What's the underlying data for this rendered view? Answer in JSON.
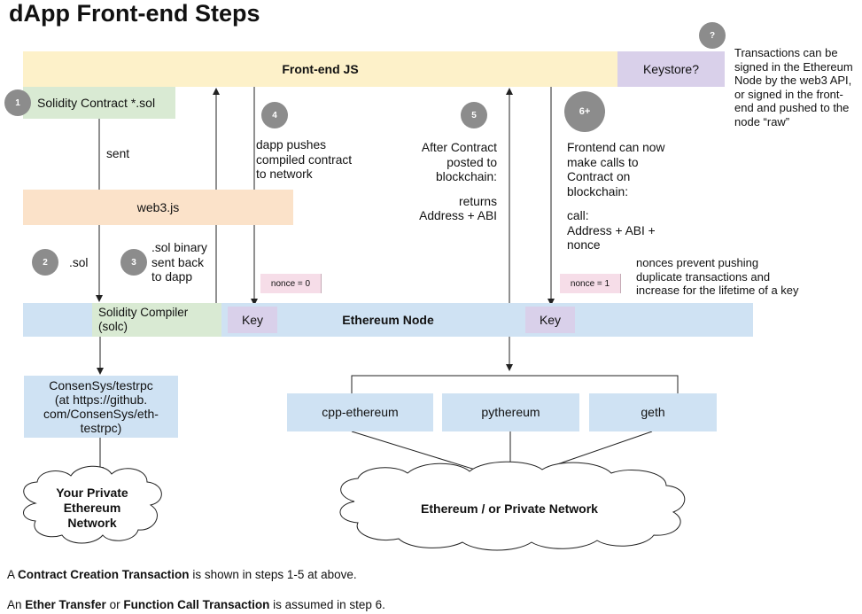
{
  "title": "dApp Front-end Steps",
  "boxes": {
    "frontend": "Front-end JS",
    "keystore": "Keystore?",
    "solidity_contract": "Solidity Contract  *.sol",
    "web3": "web3.js",
    "ethereum_node": "Ethereum Node",
    "solidity_compiler_line1": "Solidity Compiler",
    "solidity_compiler_line2": "(solc)",
    "key": "Key",
    "testrpc": [
      "ConsenSys/testrpc",
      "(at https://github.",
      "com/ConsenSys/eth-",
      "testrpc)"
    ],
    "cpp_ethereum": "cpp-ethereum",
    "pythereum": "pythereum",
    "geth": "geth"
  },
  "steps": {
    "s1": "1",
    "s2": "2",
    "s3": "3",
    "s4": "4",
    "s5": "5",
    "s6": "6+",
    "q": "?"
  },
  "labels": {
    "sent": "sent",
    "dot_sol": ".sol",
    "sol_binary": [
      ".sol binary",
      "sent back",
      "to dapp"
    ],
    "dapp_pushes": [
      "dapp pushes",
      "compiled contract",
      "to network"
    ],
    "after_contract": [
      "After Contract",
      "posted to",
      "blockchain:",
      "",
      "returns",
      "Address + ABI"
    ],
    "frontend_calls": [
      "Frontend can now",
      "make calls to",
      "Contract on",
      "blockchain:",
      "",
      "call:",
      "Address + ABI +",
      "nonce"
    ],
    "nonces_note": [
      "nonces prevent pushing",
      "duplicate transactions and",
      "increase for the lifetime of a key"
    ],
    "transactions_note": [
      "Transactions can be",
      "signed in the Ethereum",
      "Node by the web3 API,",
      "or signed in the front-",
      "end and pushed to the",
      "node “raw”"
    ],
    "nonce0": "nonce = 0",
    "nonce1": "nonce = 1"
  },
  "clouds": {
    "private": [
      "Your Private",
      "Ethereum",
      "Network"
    ],
    "public": "Ethereum / or Private Network"
  },
  "footer": {
    "line1": {
      "pre": "A ",
      "bold": "Contract Creation Transaction",
      "post": " is shown in steps 1-5 at above."
    },
    "line2": {
      "pre": "An ",
      "bold1": "Ether Transfer",
      "mid": " or ",
      "bold2": "Function Call Transaction",
      "post": " is assumed in step 6."
    }
  }
}
